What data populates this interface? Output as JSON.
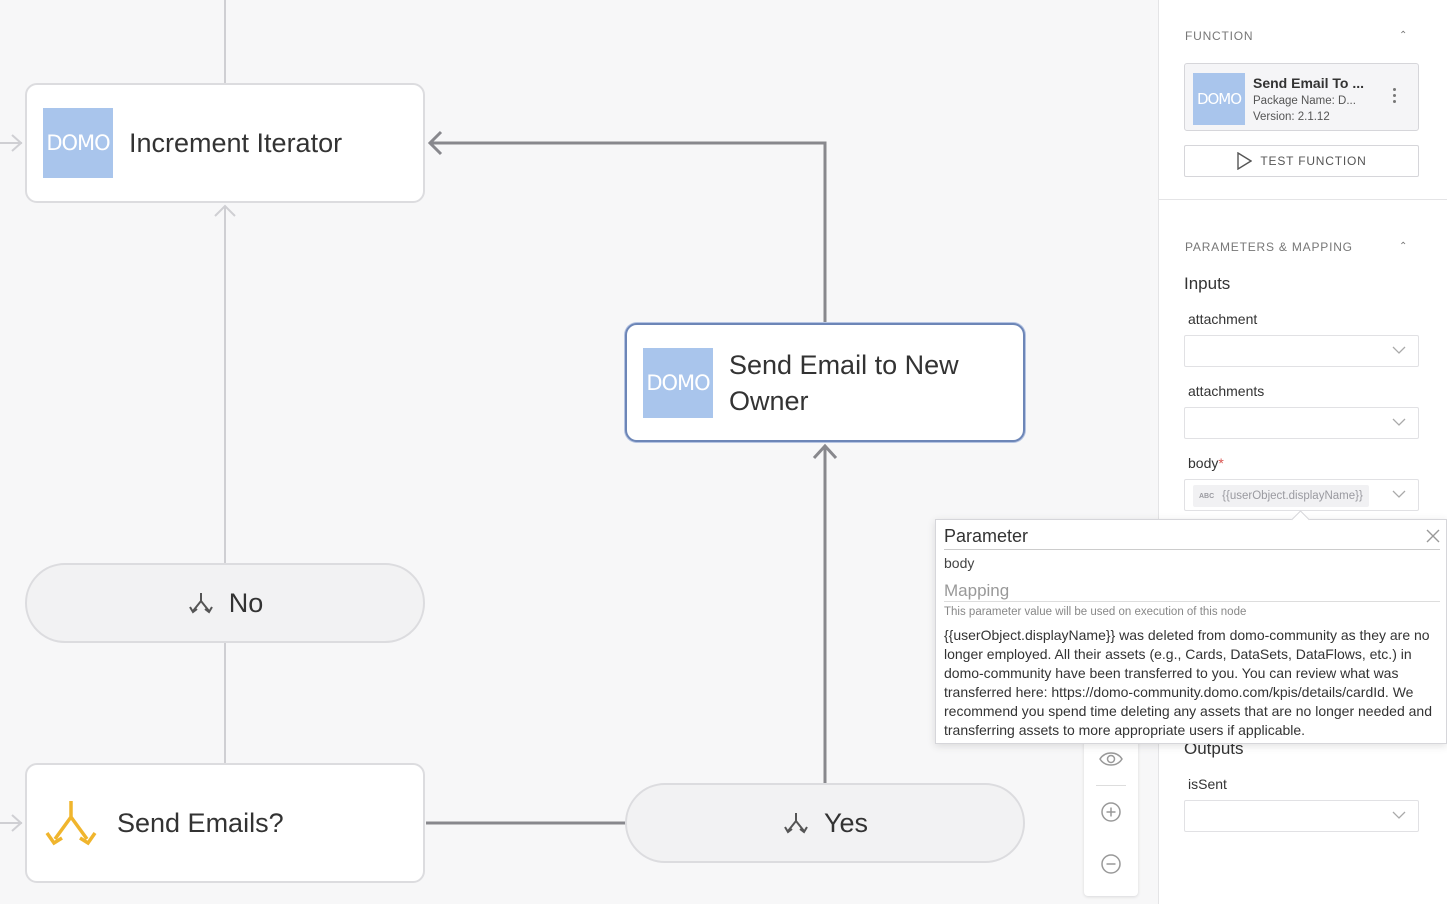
{
  "canvas": {
    "nodes": {
      "increment": {
        "logo": "DOMO",
        "title": "Increment Iterator"
      },
      "send_email": {
        "logo": "DOMO",
        "title_line1": "Send Email to New",
        "title_line2": "Owner"
      },
      "decision": {
        "title": "Send Emails?",
        "icon": "decision-branch-icon"
      },
      "no": {
        "label": "No",
        "icon": "branch-icon"
      },
      "yes": {
        "label": "Yes",
        "icon": "branch-icon"
      }
    },
    "zoom_controls": [
      "eye-icon",
      "zoom-in-icon",
      "zoom-out-icon"
    ],
    "colors": {
      "domo_blue": "#a9c5ec",
      "decision_yellow": "#f0b52d",
      "selected_border": "#6d86b7",
      "wire": "#88888d"
    }
  },
  "panel": {
    "function_section": {
      "title": "FUNCTION",
      "card": {
        "logo": "DOMO",
        "name": "Send Email To ...",
        "package": "Package Name: D...",
        "version": "Version: 2.1.12"
      },
      "test_button": "TEST FUNCTION"
    },
    "params_section": {
      "title": "PARAMETERS & MAPPING",
      "inputs_title": "Inputs",
      "fields": [
        {
          "label": "attachment",
          "value": ""
        },
        {
          "label": "attachments",
          "value": ""
        },
        {
          "label": "body",
          "required_mark": "*",
          "type_badge": "ABC",
          "value": "{{userObject.displayName}}"
        }
      ],
      "outputs_title": "Outputs",
      "outputs": [
        {
          "label": "isSent",
          "value": ""
        }
      ]
    }
  },
  "popover": {
    "heading": "Parameter",
    "param_name": "body",
    "mapping_heading": "Mapping",
    "hint": "This parameter value will be used on execution of this node",
    "text": "{{userObject.displayName}} was deleted from domo-community as they are no longer employed. All their assets (e.g., Cards, DataSets, DataFlows, etc.) in domo-community have been transferred to you. You can review what was transferred here: https://domo-community.domo.com/kpis/details/cardId. We recommend you spend time deleting any assets that are no longer needed and transferring assets to more appropriate users if applicable."
  }
}
